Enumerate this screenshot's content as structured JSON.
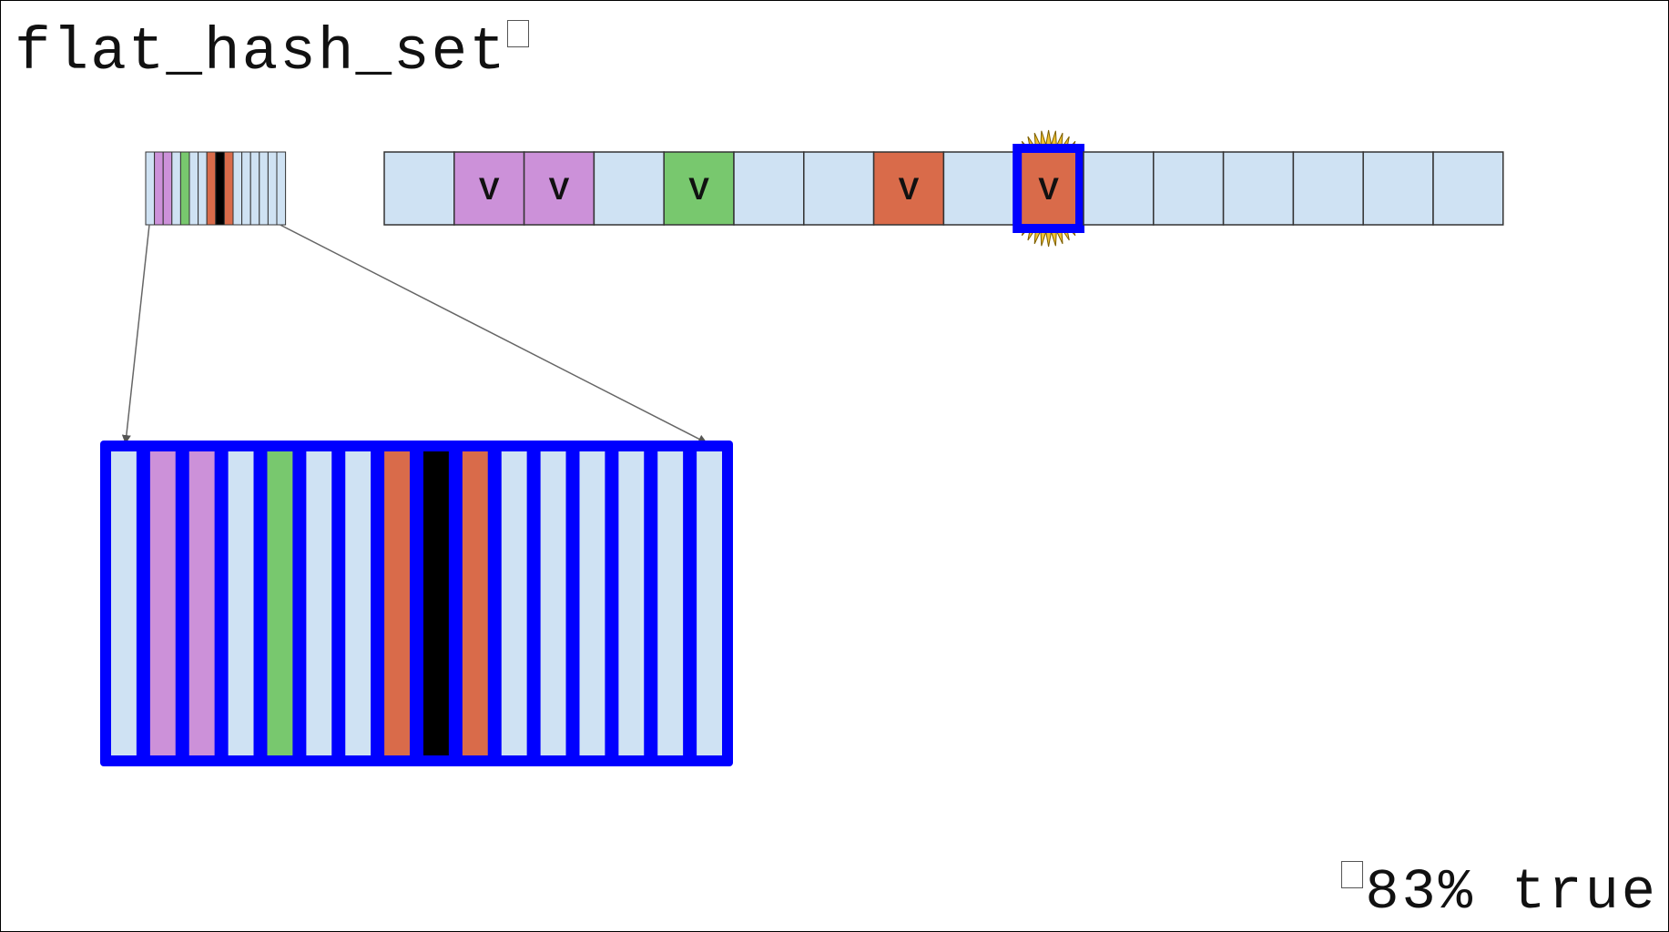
{
  "title": "flat_hash_set",
  "footer": {
    "text": "83% true"
  },
  "colors": {
    "empty": "#cfe2f3",
    "purple": "#cc91d9",
    "green": "#78c86e",
    "orange": "#d96b4a",
    "sentinel": "#000000",
    "group_border": "#0000ff",
    "highlight": "#0000ff",
    "burst": "#f1c232"
  },
  "slots": [
    {
      "color": "empty",
      "label": ""
    },
    {
      "color": "purple",
      "label": "V"
    },
    {
      "color": "purple",
      "label": "V"
    },
    {
      "color": "empty",
      "label": ""
    },
    {
      "color": "green",
      "label": "V"
    },
    {
      "color": "empty",
      "label": ""
    },
    {
      "color": "empty",
      "label": ""
    },
    {
      "color": "orange",
      "label": "V"
    },
    {
      "color": "empty",
      "label": ""
    },
    {
      "color": "orange",
      "label": "V",
      "highlighted": true
    },
    {
      "color": "empty",
      "label": ""
    },
    {
      "color": "empty",
      "label": ""
    },
    {
      "color": "empty",
      "label": ""
    },
    {
      "color": "empty",
      "label": ""
    },
    {
      "color": "empty",
      "label": ""
    },
    {
      "color": "empty",
      "label": ""
    }
  ],
  "control_bytes": [
    "empty",
    "purple",
    "purple",
    "empty",
    "green",
    "empty",
    "empty",
    "orange",
    "sentinel",
    "orange",
    "empty",
    "empty",
    "empty",
    "empty",
    "empty",
    "empty"
  ]
}
